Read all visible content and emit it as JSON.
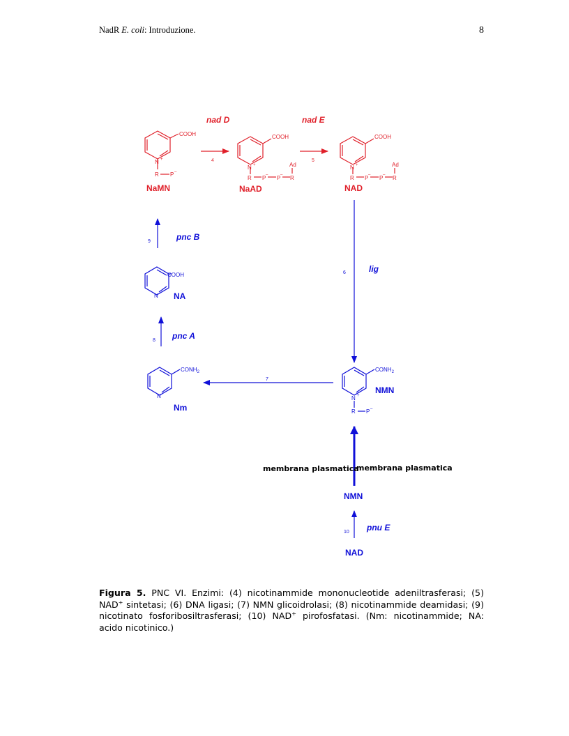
{
  "header": {
    "running_title_pre": "NadR ",
    "running_title_italic": "E. coli",
    "running_title_post": ": Introduzione.",
    "page_number": "8"
  },
  "colors": {
    "red": "#e0202a",
    "blue": "#1010d8",
    "text": "#000000"
  },
  "diagram": {
    "enzymes": {
      "nadD": "nad D",
      "nadE": "nad E",
      "pncB": "pnc B",
      "pncA": "pnc A",
      "lig": "lig",
      "pnuE": "pnu E"
    },
    "steps": {
      "s4": "4",
      "s5": "5",
      "s6": "6",
      "s7": "7",
      "s8": "8",
      "s9": "9",
      "s10": "10"
    },
    "compounds": {
      "NaMN": "NaMN",
      "NaAD": "NaAD",
      "NAD_top": "NAD",
      "NA": "NA",
      "Nm": "Nm",
      "NMN_inner": "NMN",
      "NMN_outer": "NMN",
      "NAD_outer": "NAD"
    },
    "groups": {
      "COOH": "COOH",
      "COOH2": "COOH",
      "COOH3": "COOH",
      "COOH_NA": "COOH",
      "CONH": "CONH",
      "CONH_sub": "2",
      "CONH2": "CONH",
      "CONH2_sub": "2",
      "Ad": "Ad",
      "Ad2": "Ad",
      "N": "N",
      "plus": "+",
      "minus": "–",
      "R": "R",
      "P": "P"
    },
    "membrane": {
      "left": "membrana plasmatica",
      "right": "membrana plasmatica"
    }
  },
  "caption": {
    "label": "Figura 5.",
    "t1": " PNC VI. Enzimi: (4) nicotinammide mononucleotide adeniltrasferasi; (5) NAD",
    "sup1": "+",
    "t2": " sintetasi; (6) DNA ligasi; (7) NMN glicoidrolasi; (8) nicotinammide deamidasi; (9) nicotinato fosforibosiltrasferasi; (10) NAD",
    "sup2": "+",
    "t3": " pirofosfatasi. (Nm: nicotinammide; NA: acido nicotinico.)"
  }
}
